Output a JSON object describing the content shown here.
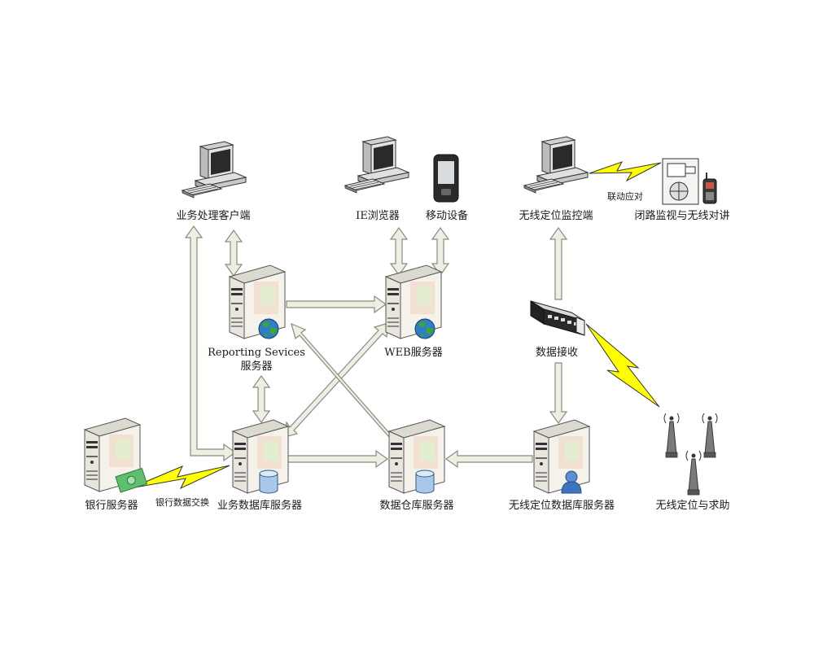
{
  "nodes": {
    "business_client": "业务处理客户端",
    "ie_browser": "IE浏览器",
    "mobile_device": "移动设备",
    "wireless_monitor": "无线定位监控端",
    "cctv_intercom": "闭路监视与无线对讲",
    "reporting_server_line1": "Reporting Sevices",
    "reporting_server_line2": "服务器",
    "web_server": "WEB服务器",
    "data_receiver": "数据接收",
    "bank_server": "银行服务器",
    "business_db_server": "业务数据库服务器",
    "data_warehouse_server": "数据仓库服务器",
    "wireless_db_server": "无线定位数据库服务器",
    "wireless_positioning": "无线定位与求助"
  },
  "links": {
    "linkage_response": "联动应对",
    "bank_data_exchange": "银行数据交换"
  },
  "colors": {
    "arrow_fill": "#eeeee2",
    "arrow_stroke": "#8a8a80",
    "lightning": "#ffff00",
    "server_body": "#f2f0e6",
    "globe": "#2d7dc8"
  }
}
